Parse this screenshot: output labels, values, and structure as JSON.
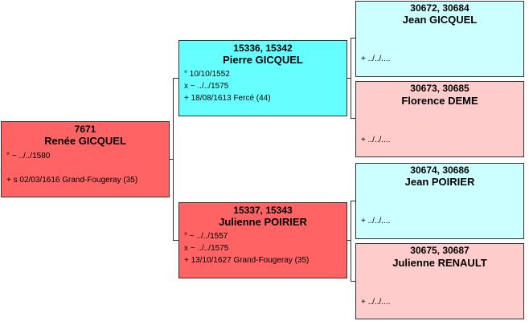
{
  "persons": {
    "root": {
      "ids": "7671",
      "name": "Renée GICQUEL",
      "birth": "° ~ ../../1580",
      "burial": "+ s 02/03/1616 Grand-Fougeray (35)"
    },
    "father": {
      "ids": "15336, 15342",
      "name": "Pierre GICQUEL",
      "birth": "° 10/10/1552",
      "marriage": "x ~ ../../1575",
      "death": "+ 18/08/1613 Fercé (44)"
    },
    "mother": {
      "ids": "15337, 15343",
      "name": "Julienne POIRIER",
      "birth": "° ~ ../../1557",
      "marriage": "x ~ ../../1575",
      "death": "+ 13/10/1627 Grand-Fougeray (35)"
    },
    "ff": {
      "ids": "30672, 30684",
      "name": "Jean GICQUEL",
      "death": "+ ../../...."
    },
    "fm": {
      "ids": "30673, 30685",
      "name": "Florence DEME",
      "death": "+ ../../...."
    },
    "mf": {
      "ids": "30674, 30686",
      "name": "Jean POIRIER",
      "death": "+ ../../...."
    },
    "mm": {
      "ids": "30675, 30687",
      "name": "Julienne RENAULT",
      "death": "+ ../../...."
    }
  },
  "colors": {
    "female_strong": "#ff6363",
    "female_light": "#ffcccc",
    "male_strong": "#66ffff",
    "male_light": "#ccffff",
    "connector": "#333333"
  }
}
